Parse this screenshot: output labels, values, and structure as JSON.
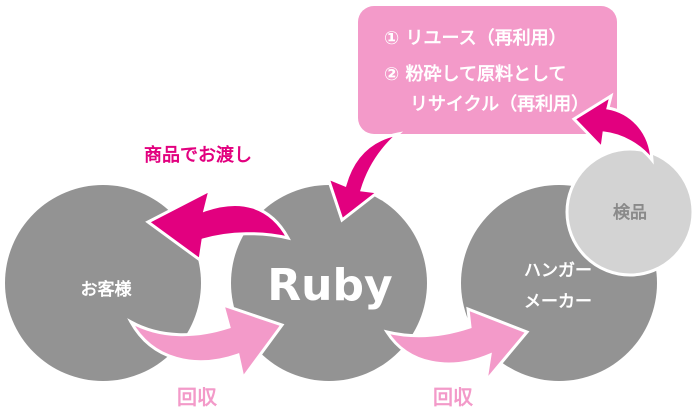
{
  "colors": {
    "circle": "#939393",
    "inspect_circle": "#d3d3d3",
    "magenta": "#e2007f",
    "pink": "#f39ac9",
    "white": "#ffffff"
  },
  "nodes": {
    "customer": "お客様",
    "ruby": "Ruby",
    "maker_line1": "ハンガー",
    "maker_line2": "メーカー",
    "inspection": "検品"
  },
  "labels": {
    "delivery": "商品でお渡し",
    "collect_left": "回収",
    "collect_right": "回収"
  },
  "reuse_box": {
    "line1": "① リユース（再利用）",
    "line2": "② 粉砕して原料として",
    "line3": "リサイクル（再利用）"
  }
}
